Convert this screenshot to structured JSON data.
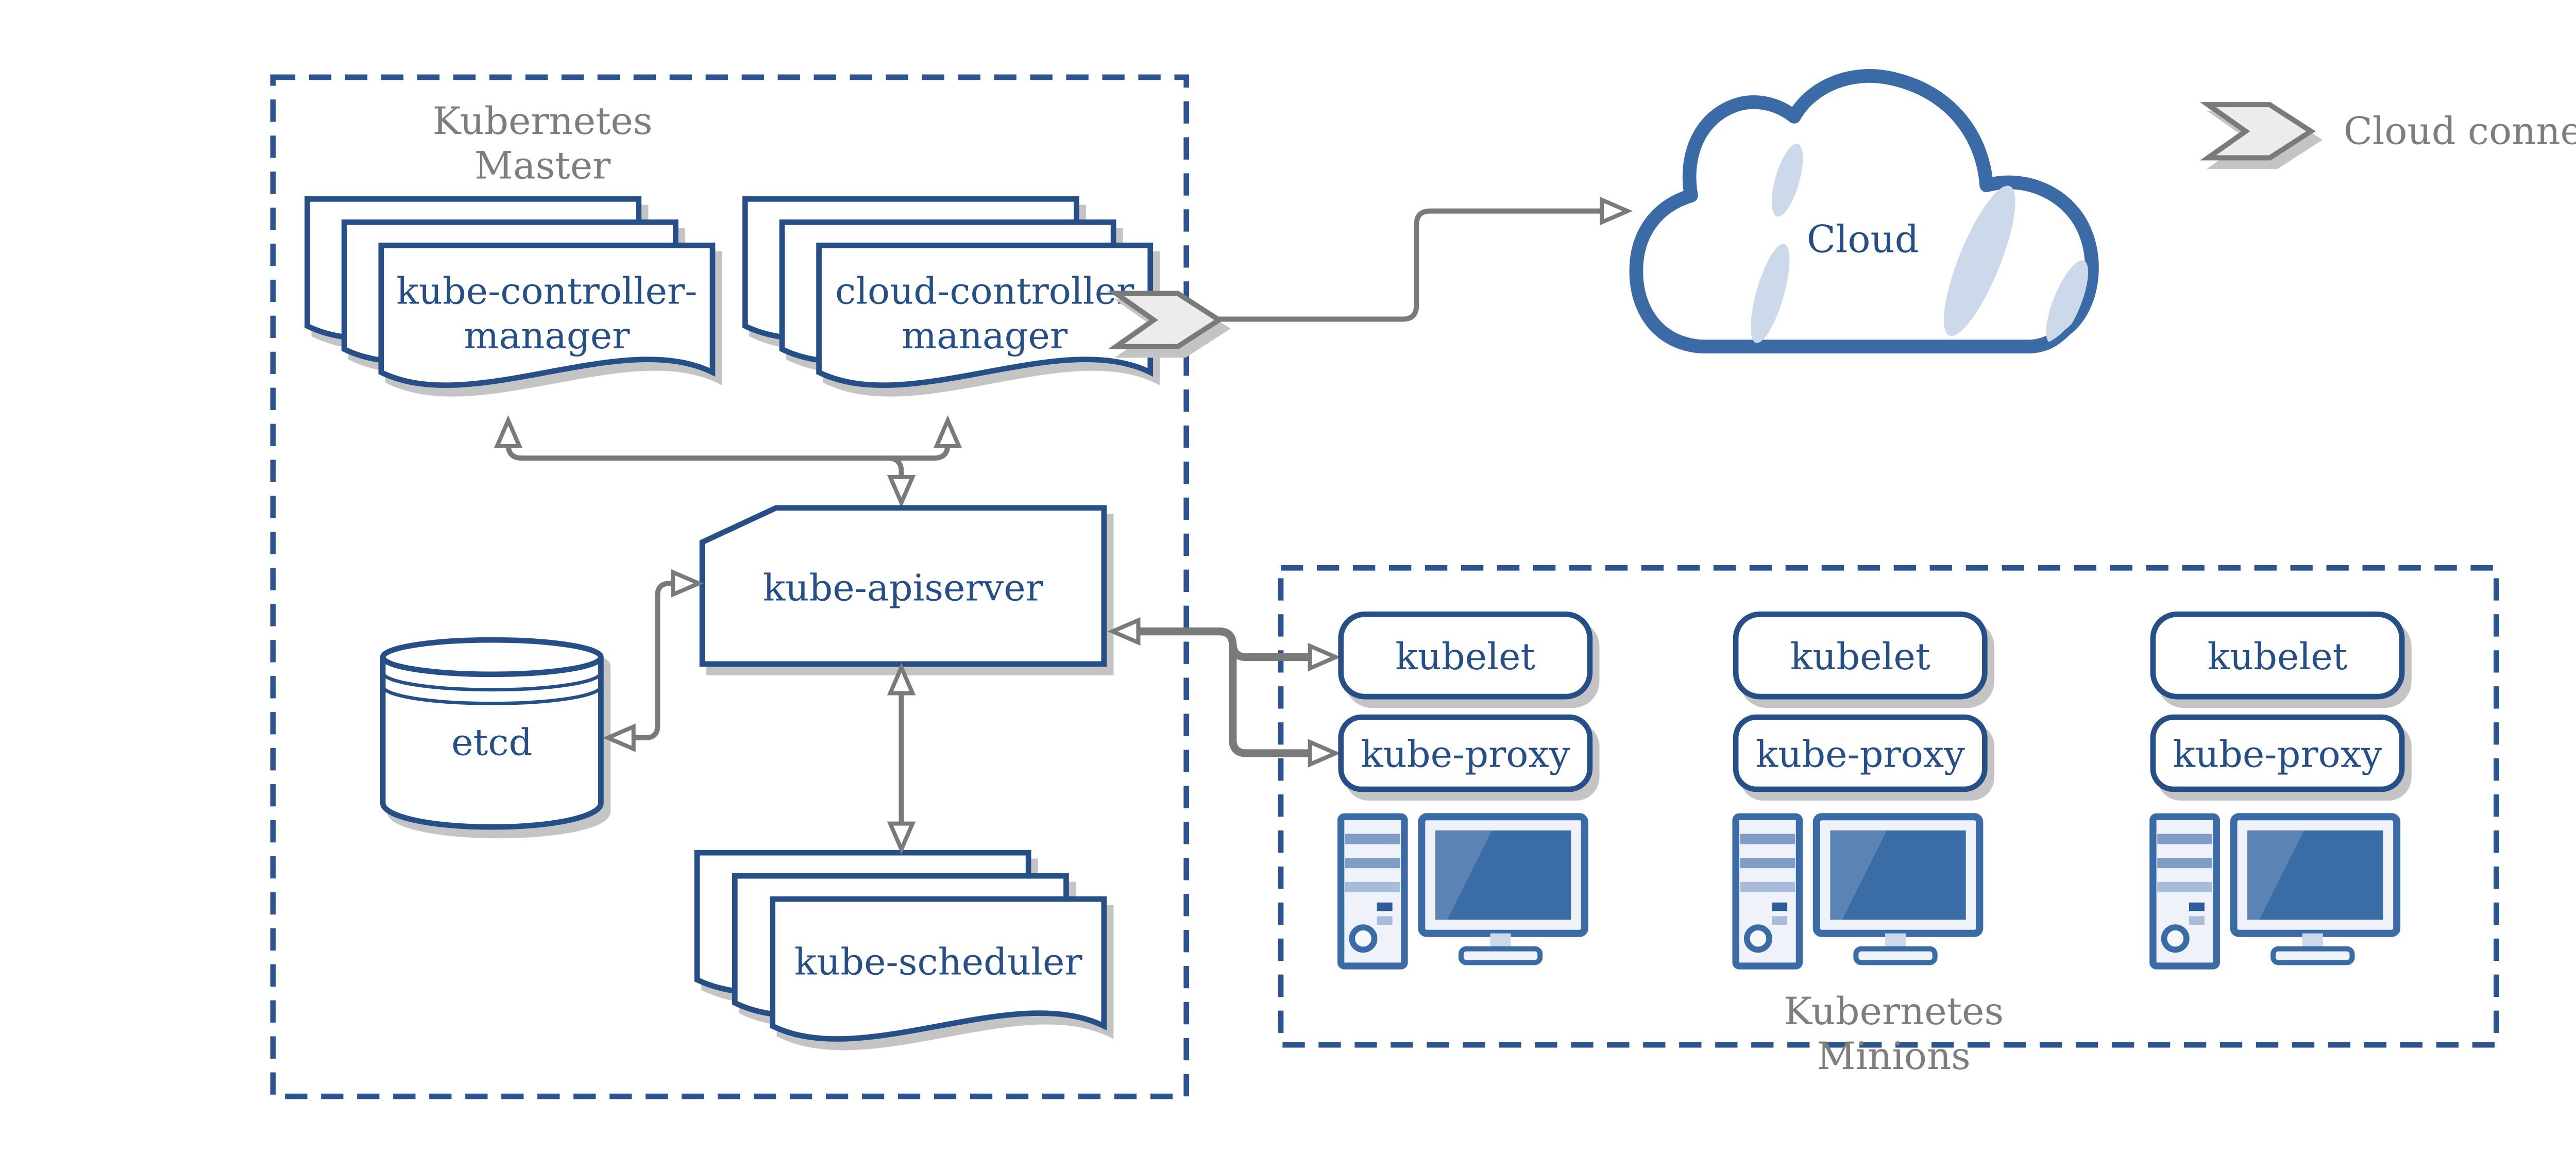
{
  "master": {
    "title_lines": [
      "Kubernetes",
      "Master"
    ],
    "kube_controller_manager_lines": [
      "kube-controller-",
      "manager"
    ],
    "cloud_controller_manager_lines": [
      "cloud-controller",
      "manager"
    ],
    "kube_apiserver_label": "kube-apiserver",
    "etcd_label": "etcd",
    "kube_scheduler_label": "kube-scheduler"
  },
  "minions": {
    "title_lines": [
      "Kubernetes",
      "Minions"
    ],
    "nodes": [
      {
        "kubelet": "kubelet",
        "kube_proxy": "kube-proxy"
      },
      {
        "kubelet": "kubelet",
        "kube_proxy": "kube-proxy"
      },
      {
        "kubelet": "kubelet",
        "kube_proxy": "kube-proxy"
      }
    ]
  },
  "cloud": {
    "label": "Cloud"
  },
  "legend": {
    "cloud_connector_label": "Cloud connector"
  },
  "icons": {
    "replicated_component": "stacked-documents-icon",
    "etcd_store": "database-cylinder-icon",
    "cloud_connector": "chevron-arrow-icon",
    "node_hardware": "desktop-computer-icon",
    "cloud_shape": "cloud-icon"
  },
  "colors": {
    "navy_border": "#264e87",
    "dashed_border": "#2b5491",
    "medium_blue": "#3a6ba6",
    "screen_blue": "#3a6ca6",
    "screen_highlight": "#5b83b3",
    "light_blue_streak": "#ccd9ea",
    "tower_stripe": "#7f9dc6",
    "tower_stripe_light": "#a8bcd9",
    "gray_text": "#7d7d7d",
    "arrow_gray": "#7a7a7a",
    "shadow_gray": "#c4c4c4",
    "chevron_fill": "#ececec",
    "background": "#ffffff"
  }
}
